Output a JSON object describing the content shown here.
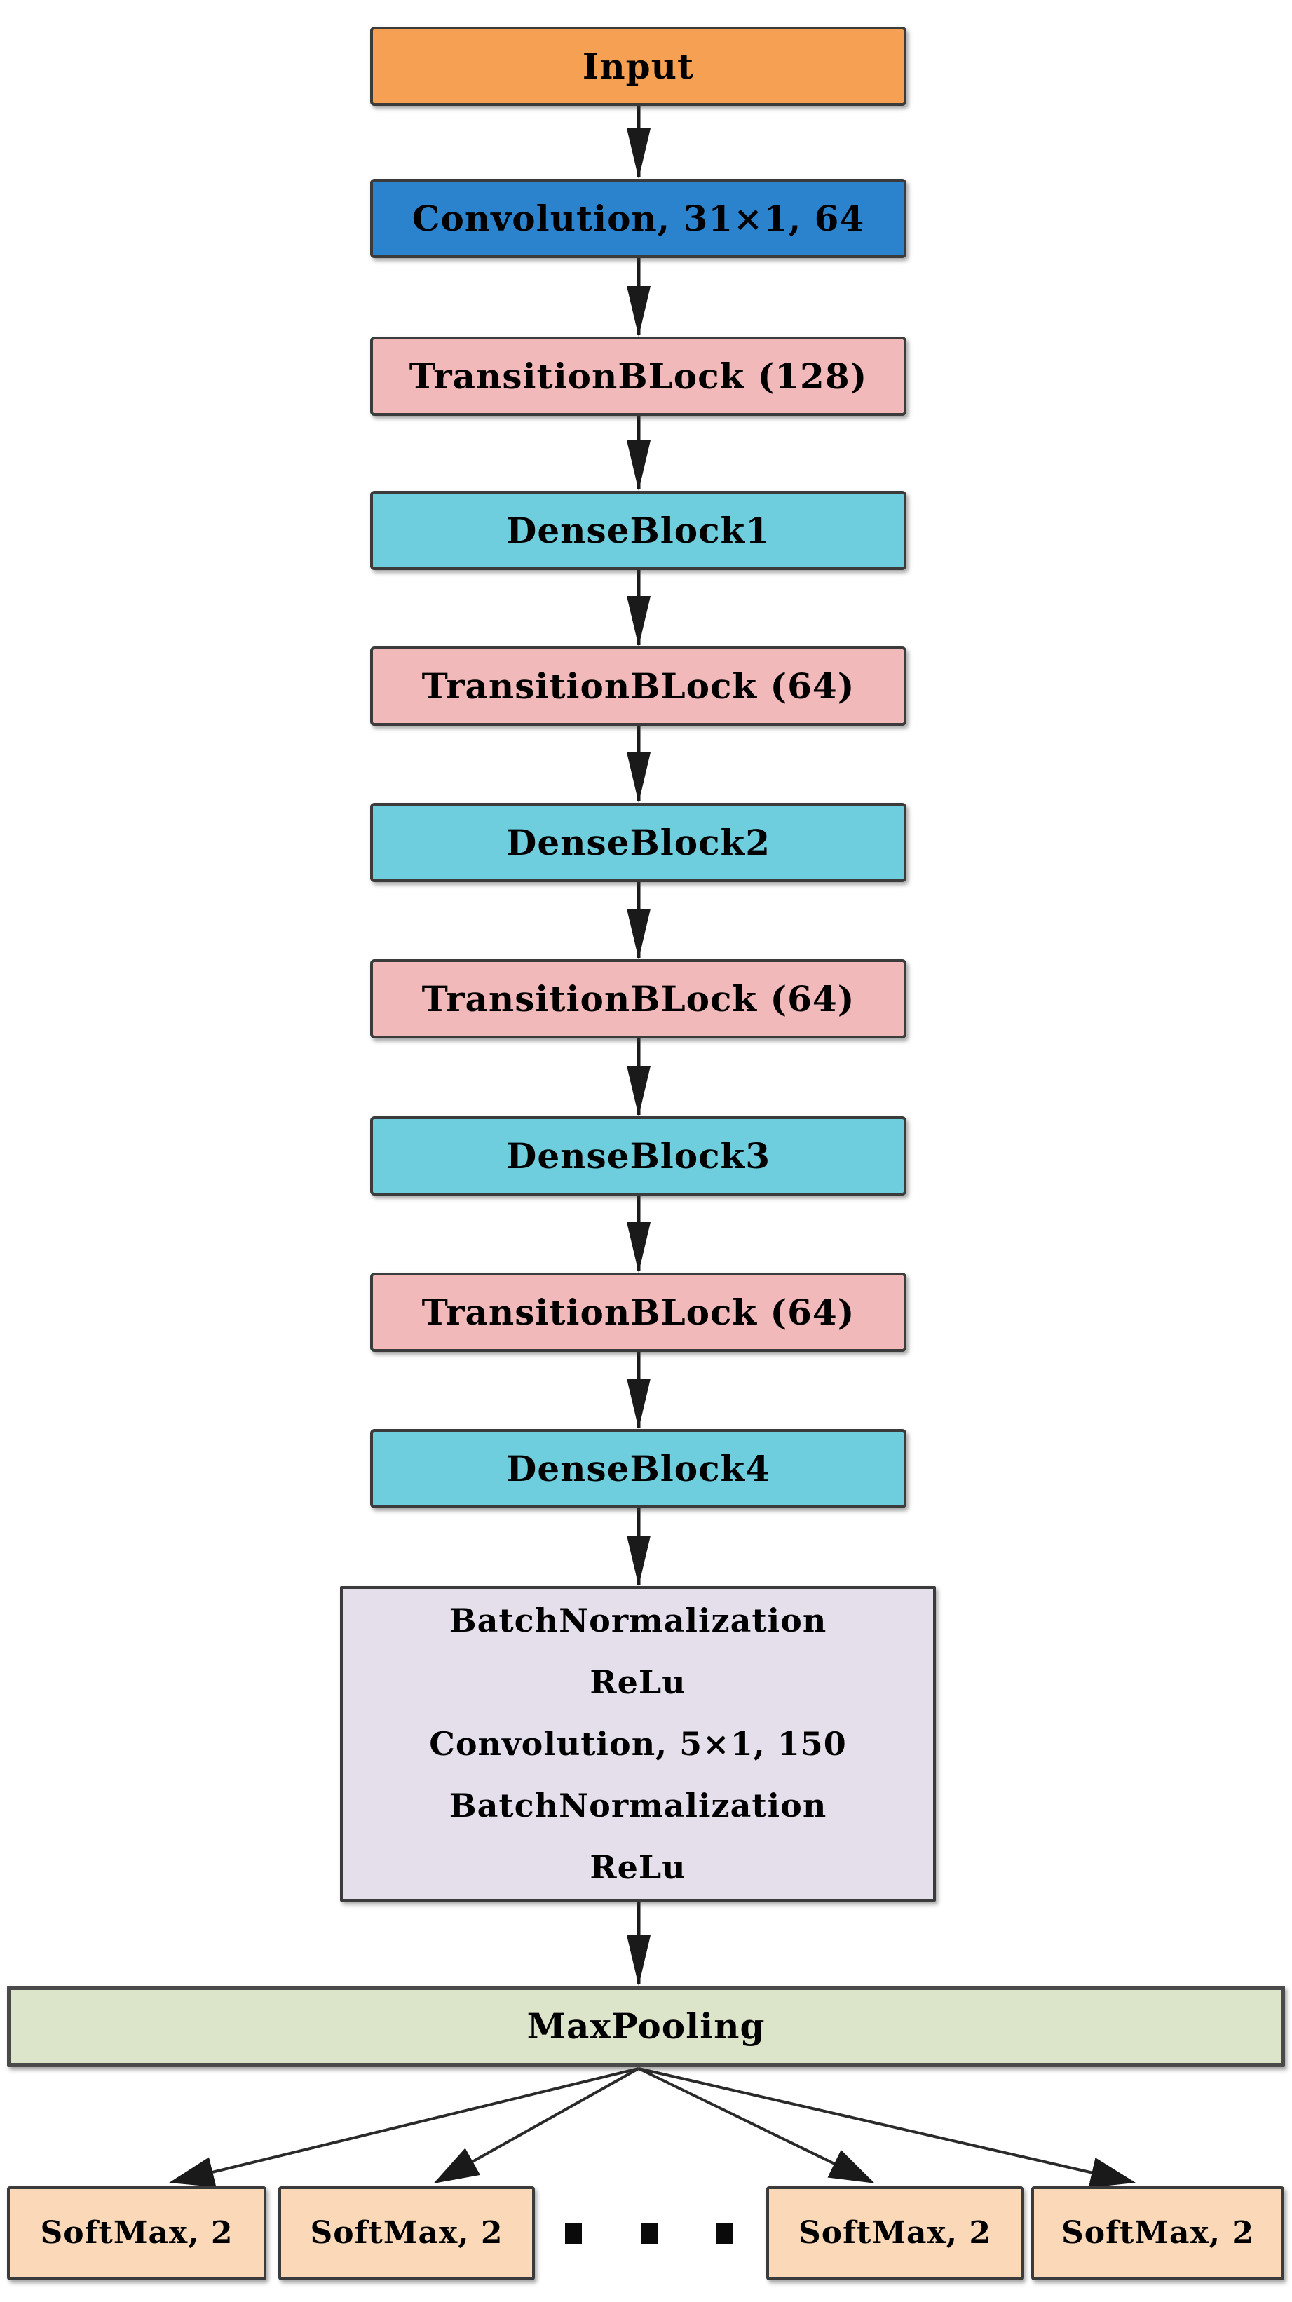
{
  "diagram": {
    "type": "flowchart",
    "description": "1-D DenseNet style network architecture, top-to-bottom flow",
    "blocks": {
      "input": {
        "label": "Input"
      },
      "conv1": {
        "label": "Convolution, 31×1, 64"
      },
      "trans128": {
        "label": "TransitionBLock (128)"
      },
      "dense1": {
        "label": "DenseBlock1"
      },
      "trans64a": {
        "label": "TransitionBLock (64)"
      },
      "dense2": {
        "label": "DenseBlock2"
      },
      "trans64b": {
        "label": "TransitionBLock (64)"
      },
      "dense3": {
        "label": "DenseBlock3"
      },
      "trans64c": {
        "label": "TransitionBLock (64)"
      },
      "dense4": {
        "label": "DenseBlock4"
      },
      "maxpool": {
        "label": "MaxPooling"
      }
    },
    "head_lines": [
      "BatchNormalization",
      "ReLu",
      "Convolution, 5×1, 150",
      "BatchNormalization",
      "ReLu"
    ],
    "softmax": {
      "labels": [
        "SoftMax, 2",
        "SoftMax, 2",
        "SoftMax, 2",
        "SoftMax, 2"
      ],
      "ellipsis": "· · ·"
    },
    "palette": {
      "input": "#F5A052",
      "convolution": "#2B83CE",
      "transition": "#F2B9BB",
      "dense": "#6FCEDE",
      "head": "#E4DFEB",
      "maxpool": "#DCE4CA",
      "softmax": "#FAD8B8",
      "border": "#3B3B3B",
      "arrow": "#1A1A1A"
    }
  }
}
